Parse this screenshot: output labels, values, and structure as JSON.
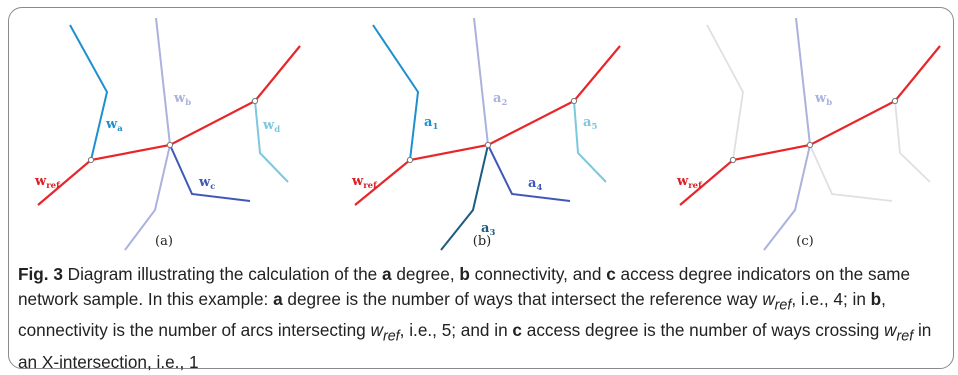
{
  "figure": {
    "panels": [
      {
        "id": "a",
        "label": "(a)",
        "ref_label": {
          "base": "w",
          "sub": "ref"
        },
        "way_labels": [
          {
            "key": "wa",
            "base": "w",
            "sub": "a",
            "color": "#1f8fcf"
          },
          {
            "key": "wb",
            "base": "w",
            "sub": "b",
            "color": "#aab2dd"
          },
          {
            "key": "wc",
            "base": "w",
            "sub": "c",
            "color": "#3f58b8"
          },
          {
            "key": "wd",
            "base": "w",
            "sub": "d",
            "color": "#7cc8dc"
          }
        ]
      },
      {
        "id": "b",
        "label": "(b)",
        "ref_label": {
          "base": "w",
          "sub": "ref"
        },
        "arc_labels": [
          {
            "key": "a1",
            "base": "a",
            "sub": "1",
            "color": "#1f8fcf"
          },
          {
            "key": "a2",
            "base": "a",
            "sub": "2",
            "color": "#aab2dd"
          },
          {
            "key": "a3",
            "base": "a",
            "sub": "3",
            "color": "#1d5c80"
          },
          {
            "key": "a4",
            "base": "a",
            "sub": "4",
            "color": "#3f58b8"
          },
          {
            "key": "a5",
            "base": "a",
            "sub": "5",
            "color": "#7cc8dc"
          }
        ]
      },
      {
        "id": "c",
        "label": "(c)",
        "ref_label": {
          "base": "w",
          "sub": "ref"
        },
        "way_labels": [
          {
            "key": "wb",
            "base": "w",
            "sub": "b",
            "color": "#aab2dd"
          }
        ]
      }
    ],
    "colors": {
      "ref_way": "#e8262a",
      "ref_label": "#d81f26",
      "faded_way": "#e0e0e4"
    },
    "caption": {
      "fig_label": "Fig. 3",
      "text_1": " Diagram illustrating the calculation of the ",
      "a": "a",
      "text_2": " degree, ",
      "b": "b",
      "text_3": " connectivity, and ",
      "c": "c",
      "text_4": " access degree indicators on the same network sample. In this example: ",
      "a2": "a",
      "text_5": " degree is the number of ways that intersect the reference way ",
      "wref_base": "w",
      "wref_sub": "ref",
      "text_6": ", i.e., 4; in ",
      "b2": "b",
      "text_7": ", connectivity is the number of arcs intersecting ",
      "text_8": ", i.e., 5; and in ",
      "c2": "c",
      "text_9": " access degree is the number of ways crossing ",
      "text_10": " in an X-intersection, i.e., 1"
    }
  }
}
